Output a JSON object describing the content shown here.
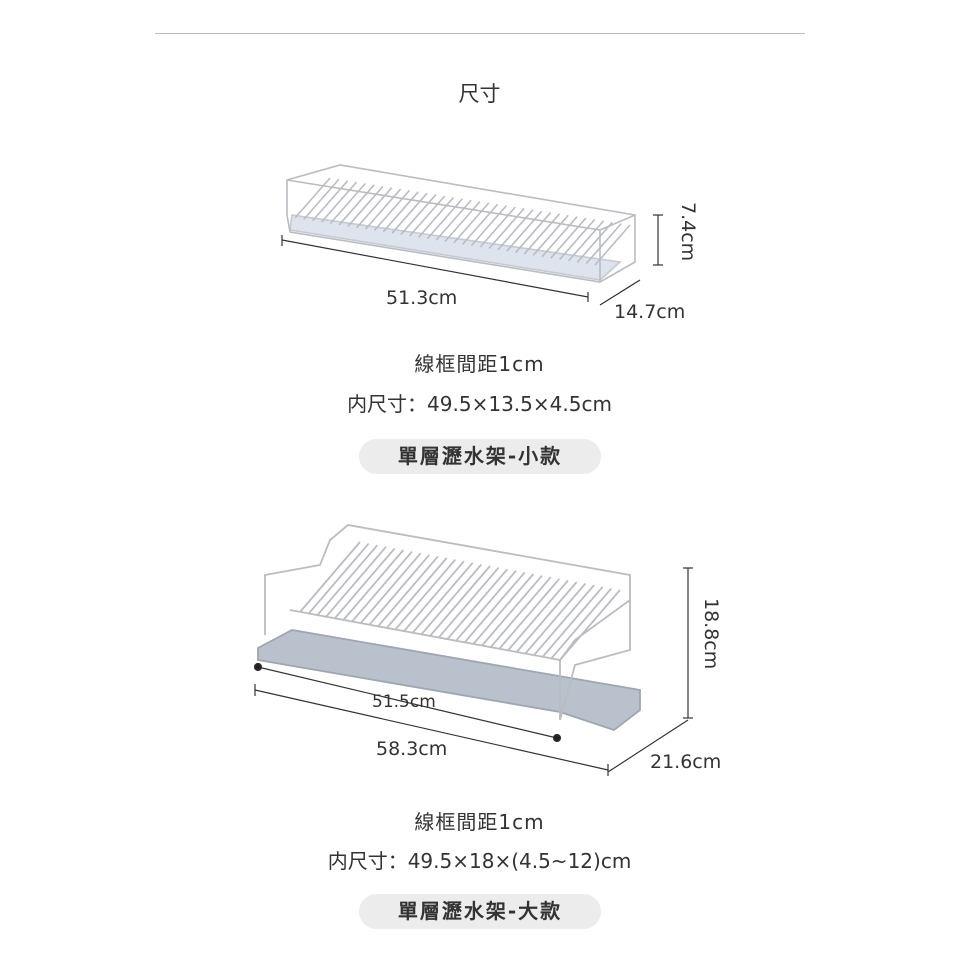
{
  "title": "尺寸",
  "small": {
    "height": "7.4cm",
    "length": "51.3cm",
    "depth": "14.7cm",
    "spacing": "線框間距1cm",
    "inner": "内尺寸：49.5×13.5×4.5cm",
    "name": "單層瀝水架-小款"
  },
  "large": {
    "height": "18.8cm",
    "inner_length": "51.5cm",
    "length": "58.3cm",
    "depth": "21.6cm",
    "spacing": "線框間距1cm",
    "inner": "内尺寸：49.5×18×(4.5~12)cm",
    "name": "單層瀝水架-大款"
  }
}
